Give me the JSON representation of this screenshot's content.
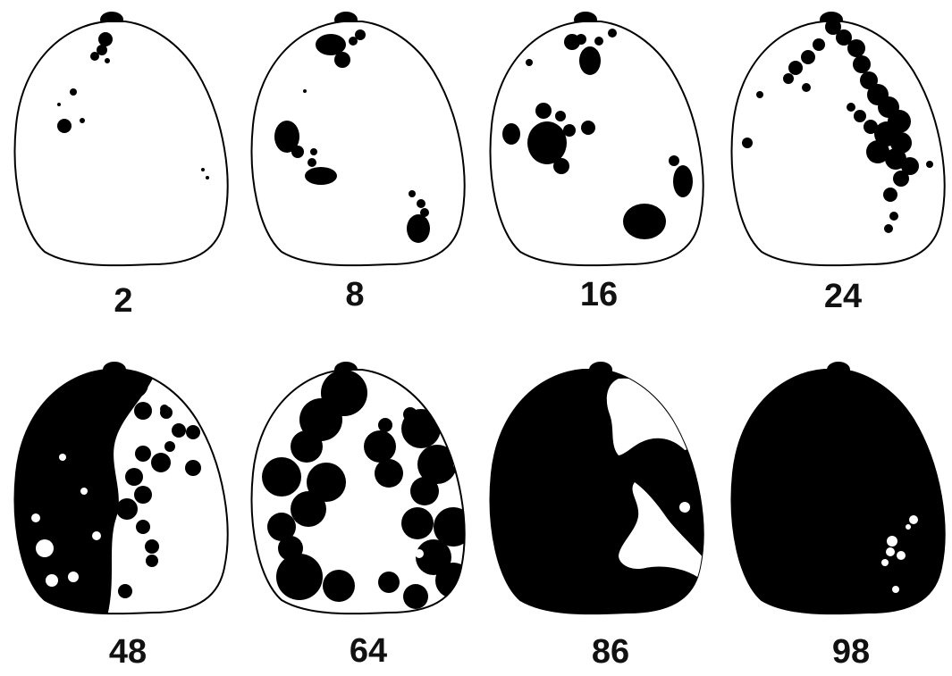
{
  "figure": {
    "panels": [
      {
        "label": "2",
        "coverage_percent": 2
      },
      {
        "label": "8",
        "coverage_percent": 8
      },
      {
        "label": "16",
        "coverage_percent": 16
      },
      {
        "label": "24",
        "coverage_percent": 24
      },
      {
        "label": "48",
        "coverage_percent": 48
      },
      {
        "label": "64",
        "coverage_percent": 64
      },
      {
        "label": "86",
        "coverage_percent": 86
      },
      {
        "label": "98",
        "coverage_percent": 98
      }
    ],
    "colors": {
      "outline": "#000000",
      "lesion": "#000000",
      "background": "#ffffff",
      "label": "#111111"
    }
  }
}
